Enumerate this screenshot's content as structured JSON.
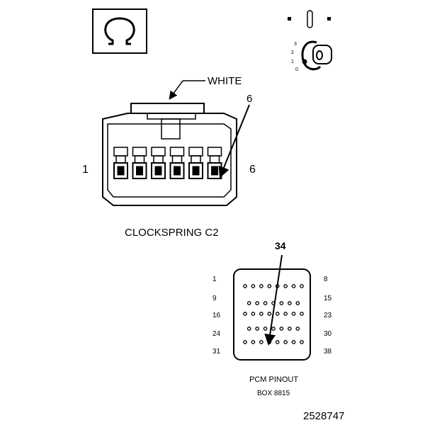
{
  "symbols": {
    "ohm_icon": "ohm-symbol",
    "ignition_icon": "ignition-key-switch",
    "ignition_positions": [
      "3",
      "2",
      "1",
      "0"
    ]
  },
  "clockspring": {
    "color_label": "WHITE",
    "callout_pin": "6",
    "left_pin": "1",
    "right_pin": "6",
    "title": "CLOCKSPRING C2",
    "pin_count": 6
  },
  "pcm": {
    "callout_pin": "34",
    "row_left_labels": [
      "1",
      "9",
      "16",
      "24",
      "31"
    ],
    "row_right_labels": [
      "8",
      "15",
      "23",
      "30",
      "38"
    ],
    "row_pin_counts": [
      8,
      7,
      8,
      7,
      8
    ],
    "title": "PCM PINOUT",
    "subtitle": "BOX 8815"
  },
  "figure_id": "2528747"
}
